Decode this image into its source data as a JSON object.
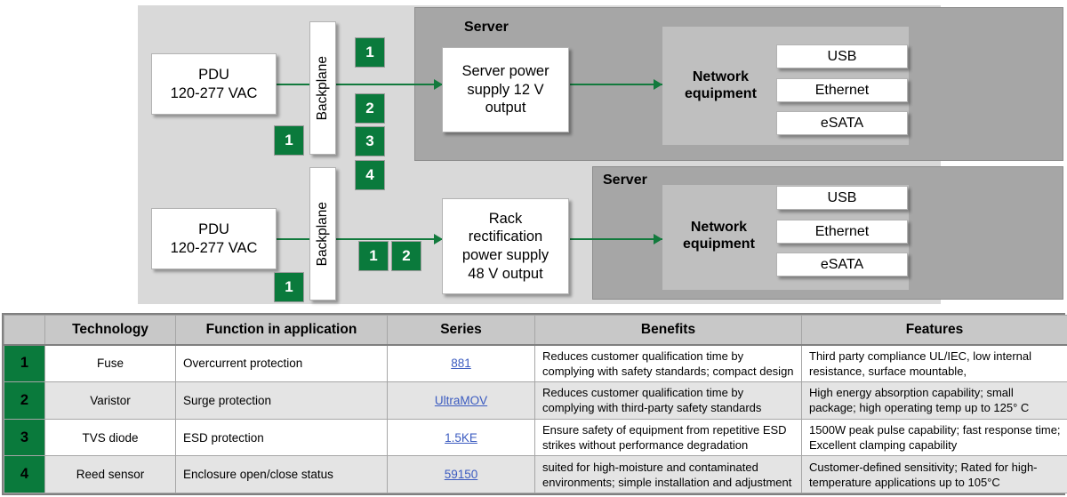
{
  "diagram": {
    "rows": [
      {
        "pdu_label": "PDU\n120-277 VAC",
        "pdu_line1": "PDU",
        "pdu_line2": "120-277 VAC",
        "backplane_label": "Backplane",
        "psu_line1": "Server power",
        "psu_line2": "supply 12 V",
        "psu_line3": "output",
        "server_label": "Server",
        "network_label_line1": "Network",
        "network_label_line2": "equipment",
        "ports": [
          "USB",
          "Ethernet",
          "eSATA"
        ]
      },
      {
        "pdu_line1": "PDU",
        "pdu_line2": "120-277 VAC",
        "backplane_label": "Backplane",
        "psu_line1": "Rack",
        "psu_line2": "rectification",
        "psu_line3": "power supply",
        "psu_line4": "48 V output",
        "server_label": "Server",
        "network_label_line1": "Network",
        "network_label_line2": "equipment",
        "ports": [
          "USB",
          "Ethernet",
          "eSATA"
        ]
      }
    ],
    "badges": {
      "top_stack": [
        "1",
        "2",
        "3",
        "4"
      ],
      "pdu_upper": "1",
      "pdu_lower": "1",
      "bottom_pair": [
        "1",
        "2"
      ]
    },
    "colors": {
      "green": "#0a7a3c",
      "canvas": "#d9d9d9",
      "server_box": "#a6a6a6",
      "network_panel": "#bfbfbf",
      "wire": "#127a3d"
    }
  },
  "table": {
    "headers": [
      "",
      "Technology",
      "Function in application",
      "Series",
      "Benefits",
      "Features"
    ],
    "rows": [
      {
        "num": "1",
        "technology": "Fuse",
        "function": "Overcurrent protection",
        "series": "881",
        "benefits": "Reduces customer qualification time by complying with safety standards; compact design",
        "features": "Third party compliance UL/IEC, low internal resistance, surface mountable,"
      },
      {
        "num": "2",
        "technology": "Varistor",
        "function": "Surge protection",
        "series": "UltraMOV",
        "benefits": "Reduces customer qualification time by complying with third-party safety standards",
        "features": "High energy absorption capability; small package; high operating temp up to 125° C"
      },
      {
        "num": "3",
        "technology": "TVS diode",
        "function": "ESD protection",
        "series": "1.5KE",
        "benefits": "Ensure safety of equipment from repetitive ESD strikes  without performance degradation",
        "features": "1500W peak pulse capability; fast response time; Excellent clamping capability"
      },
      {
        "num": "4",
        "technology": "Reed sensor",
        "function": "Enclosure open/close status",
        "series": "59150",
        "benefits": "suited for high-moisture and contaminated environments; simple installation and adjustment",
        "features": "Customer-defined sensitivity; Rated for high-temperature applications up to 105°C"
      }
    ],
    "link_color": "#3b5bc0",
    "header_bg": "#c8c8c8",
    "num_bg": "#0a7a3c"
  }
}
